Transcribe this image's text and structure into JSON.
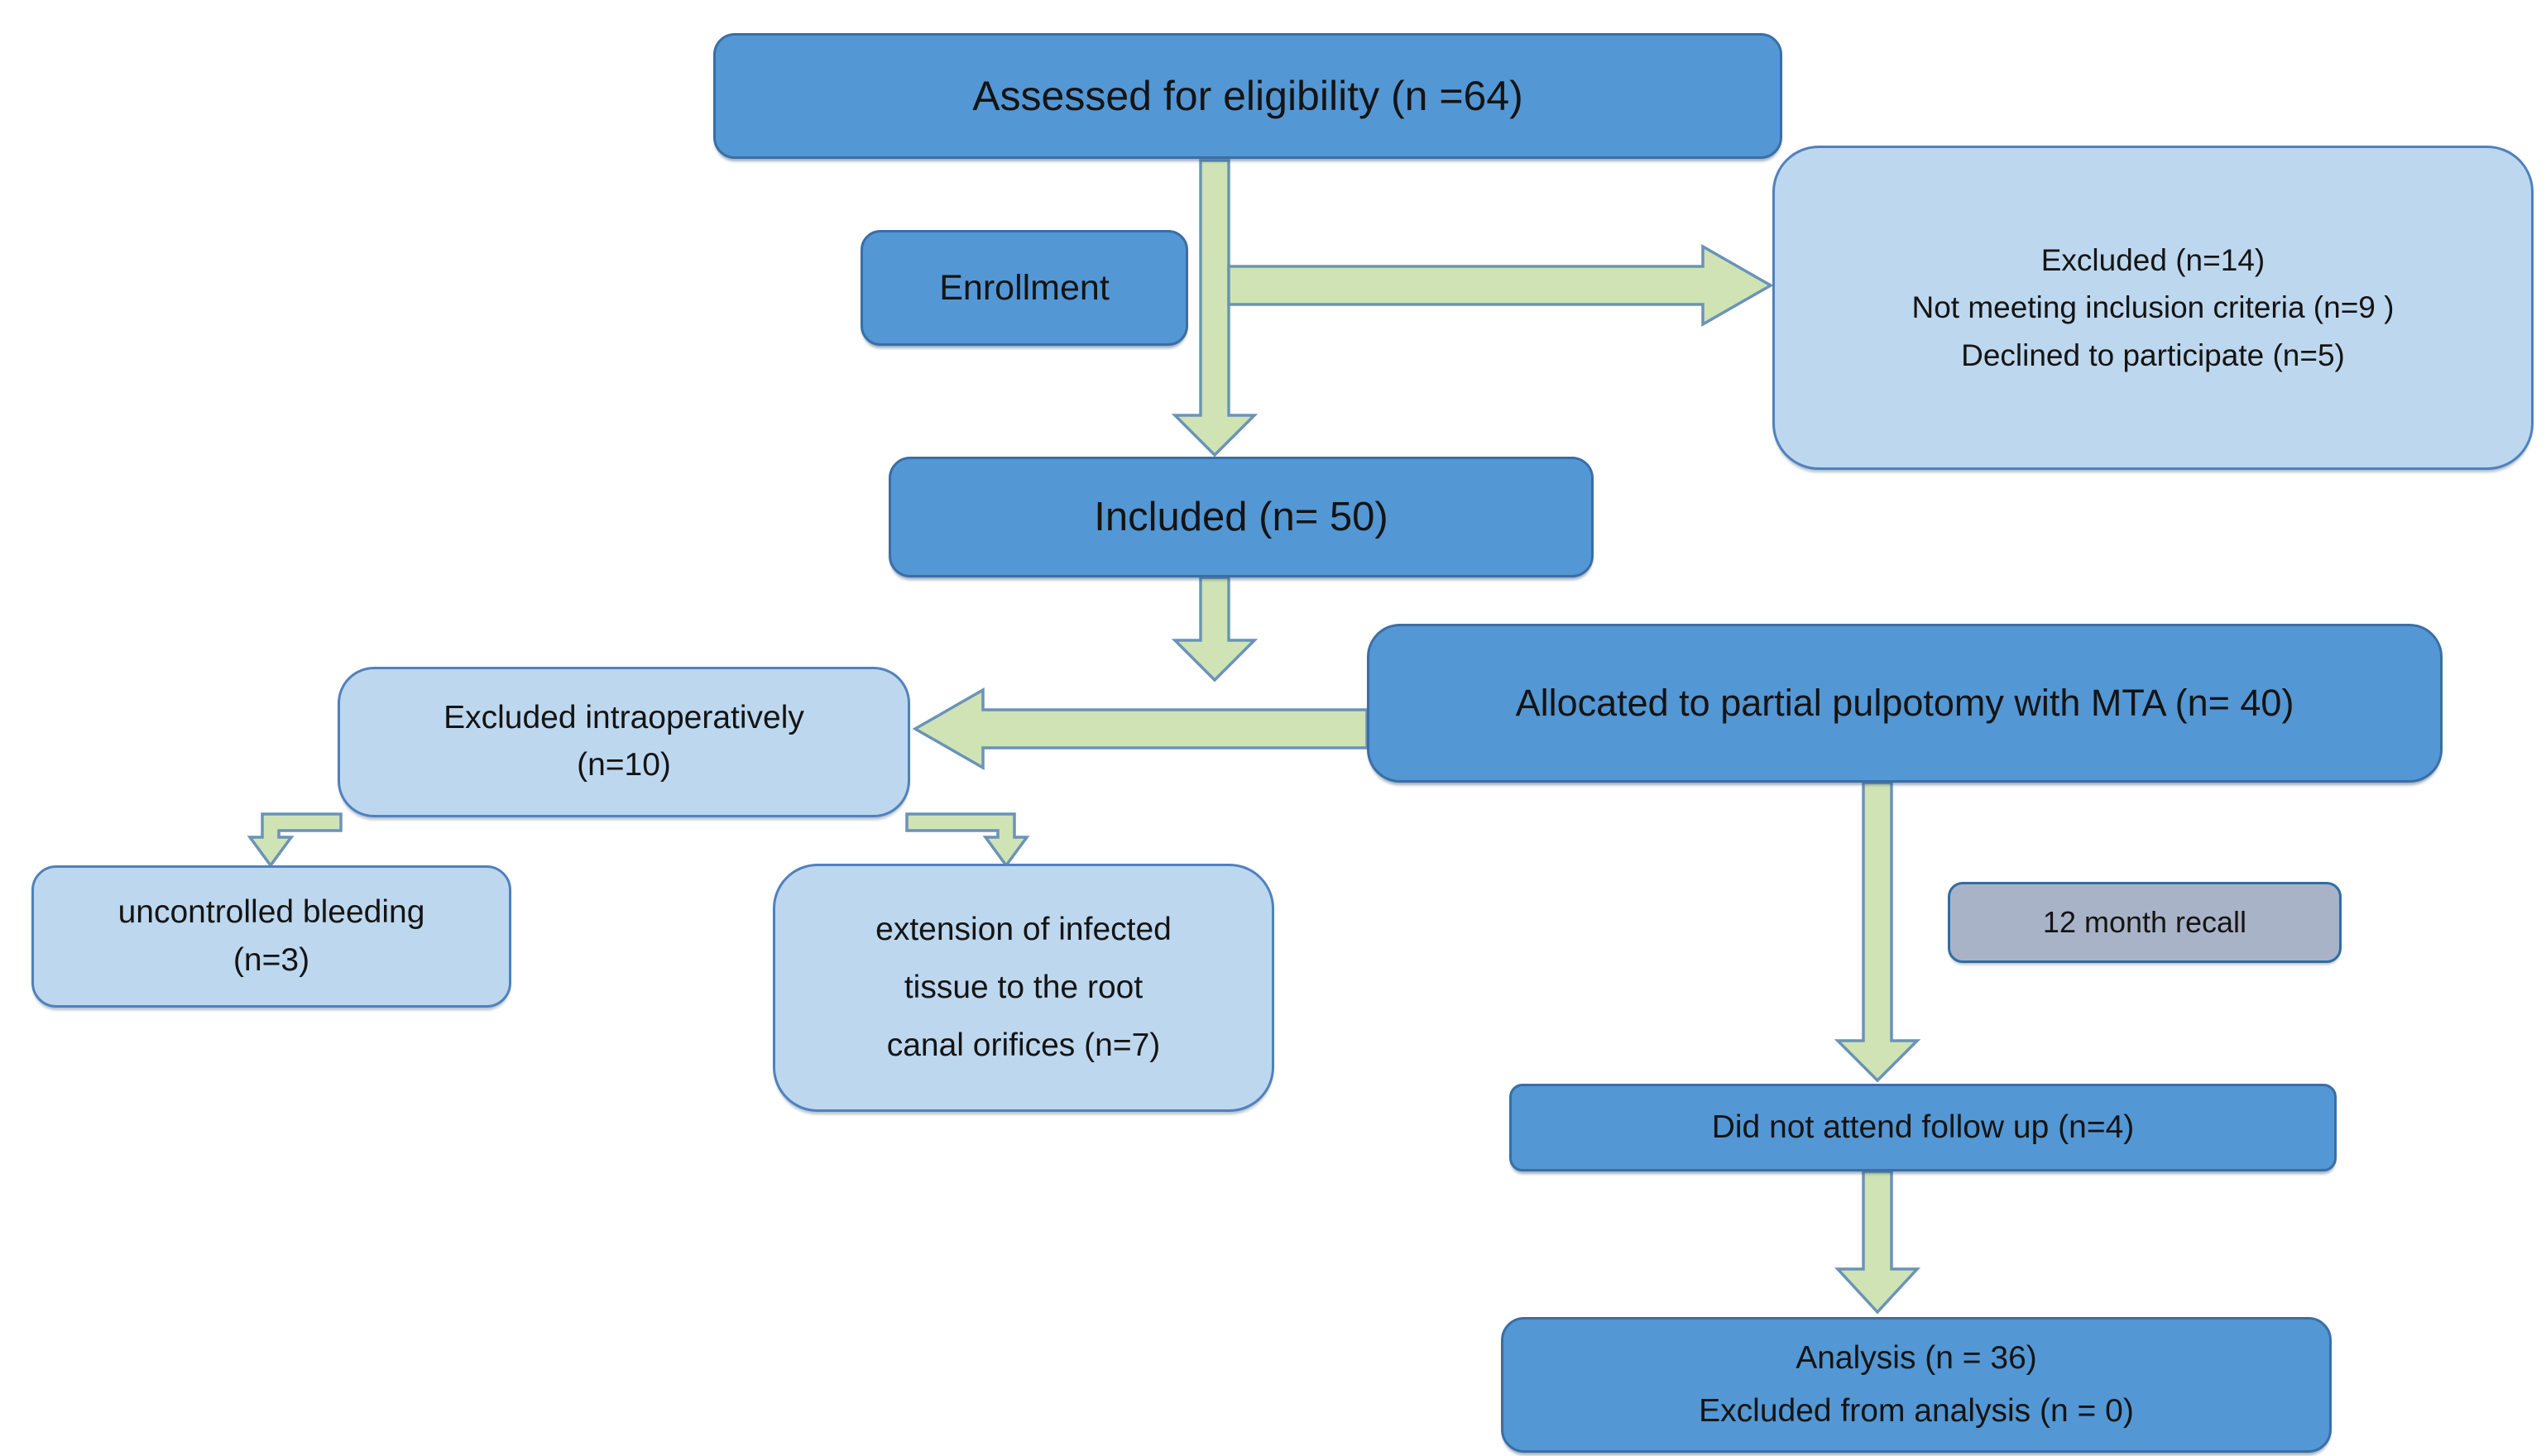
{
  "palette": {
    "node_blue_fill": "#5397d4",
    "node_blue_border": "#3a6ea5",
    "node_light_blue_fill": "#bdd7ee",
    "node_light_blue_border": "#4f81bd",
    "node_gray_fill": "#a9b3c7",
    "node_gray_border": "#2e6da4",
    "arrow_fill": "#cfe3b4",
    "arrow_border": "#6b93b8",
    "text_color": "#141414",
    "background": "#ffffff"
  },
  "nodes": {
    "assessed": {
      "label": "Assessed for eligibility (n =64)"
    },
    "enrollment": {
      "label": "Enrollment"
    },
    "excluded": {
      "lines": [
        "Excluded (n=14)",
        "Not meeting inclusion criteria (n=9 )",
        "Declined to participate (n=5)"
      ]
    },
    "included": {
      "label": "Included (n= 50)"
    },
    "allocated": {
      "label": "Allocated to partial pulpotomy with MTA (n= 40)"
    },
    "excluded_intraoperatively": {
      "lines": [
        "Excluded intraoperatively",
        "(n=10)"
      ]
    },
    "uncontrolled_bleeding": {
      "lines": [
        "uncontrolled bleeding",
        "(n=3)"
      ]
    },
    "extension_infected": {
      "lines": [
        "extension of infected",
        "tissue to the root",
        "canal orifices (n=7)"
      ]
    },
    "recall": {
      "label": "12 month recall"
    },
    "did_not_attend": {
      "label": "Did not attend follow up (n=4)"
    },
    "analysis": {
      "lines": [
        "Analysis (n = 36)",
        "Excluded from analysis (n = 0)"
      ]
    }
  },
  "edges": [
    {
      "from": "assessed",
      "to": "included",
      "direction": "down"
    },
    {
      "from": "assessed",
      "to": "excluded",
      "direction": "right"
    },
    {
      "from": "included",
      "to": "allocated",
      "direction": "down"
    },
    {
      "from": "allocated",
      "to": "excluded_intraoperatively",
      "direction": "left"
    },
    {
      "from": "excluded_intraoperatively",
      "to": "uncontrolled_bleeding",
      "direction": "down"
    },
    {
      "from": "excluded_intraoperatively",
      "to": "extension_infected",
      "direction": "down"
    },
    {
      "from": "allocated",
      "to": "did_not_attend",
      "direction": "down"
    },
    {
      "from": "did_not_attend",
      "to": "analysis",
      "direction": "down"
    }
  ]
}
